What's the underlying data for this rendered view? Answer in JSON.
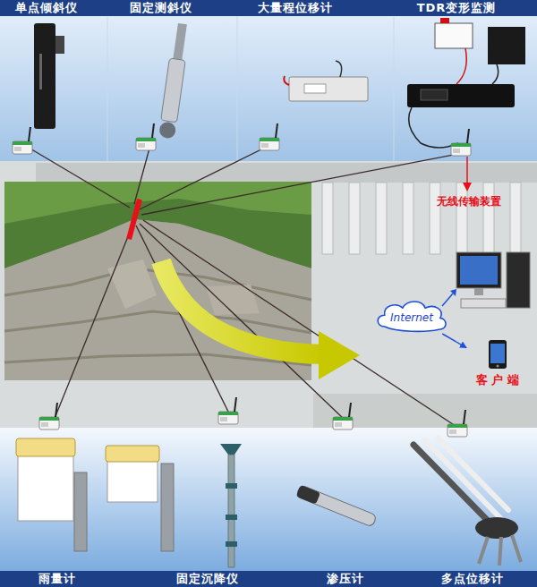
{
  "diagram": {
    "nodes": [
      {
        "text": [
          "Internet"
        ]
      },
      {
        "text": [
          "客 户 端"
        ]
      }
    ],
    "edges": [
      {
        "from": 0,
        "to": 1,
        "arrow": "to"
      }
    ],
    "labels": [
      "单点倾斜仪",
      "固定测斜仪",
      "大量程位移计",
      "TDR变形监测",
      "无线传输装置",
      "雨量计",
      "固定沉降仪",
      "渗压计",
      "多点位移计"
    ]
  }
}
